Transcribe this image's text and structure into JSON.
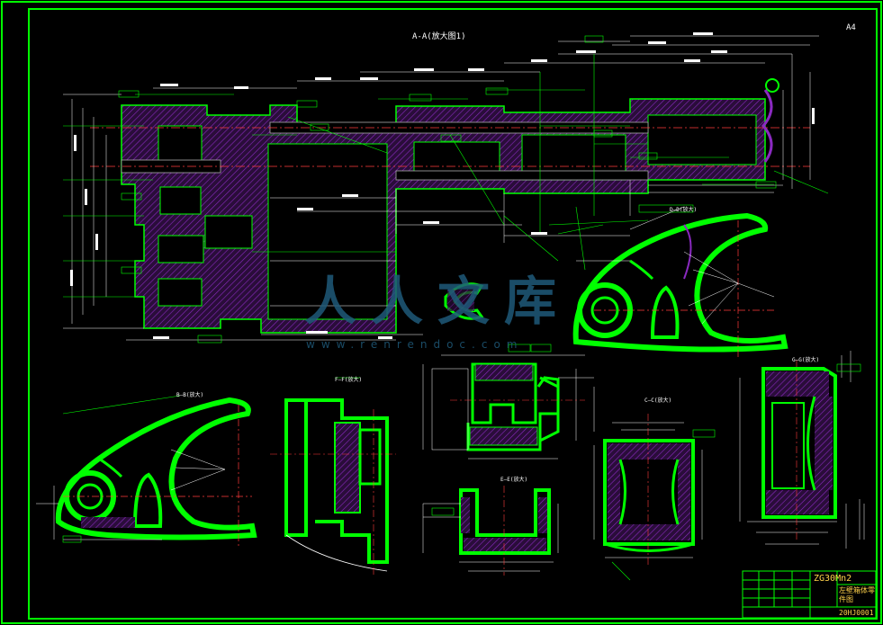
{
  "drawing": {
    "main_section_label": "A-A(放大图1)",
    "scale_note": "A4",
    "view_labels": {
      "b_left": "B—B(放大)",
      "f_view": "F—F(放大)",
      "c_view": "C—C(放大)",
      "e_view": "E—E(放大)",
      "d_view": "D—D(放大)",
      "g_view": "G—G(放大)"
    }
  },
  "watermark": {
    "text": "人人文库",
    "url": "www.renrendoc.com"
  },
  "title_block": {
    "material": "ZG30Mn2",
    "part_name": "左壁箱体零件图",
    "drawing_no": "20HJ0001"
  },
  "colors": {
    "border": "#00ff00",
    "outline": "#00ff00",
    "dim": "#ffffff",
    "centerline": "#ff3b3b",
    "hatch": "#7a1aa8",
    "hatch_fill": "#2a0d3a",
    "title_text": "#ffd24a",
    "watermark": "#1f5a7a"
  }
}
